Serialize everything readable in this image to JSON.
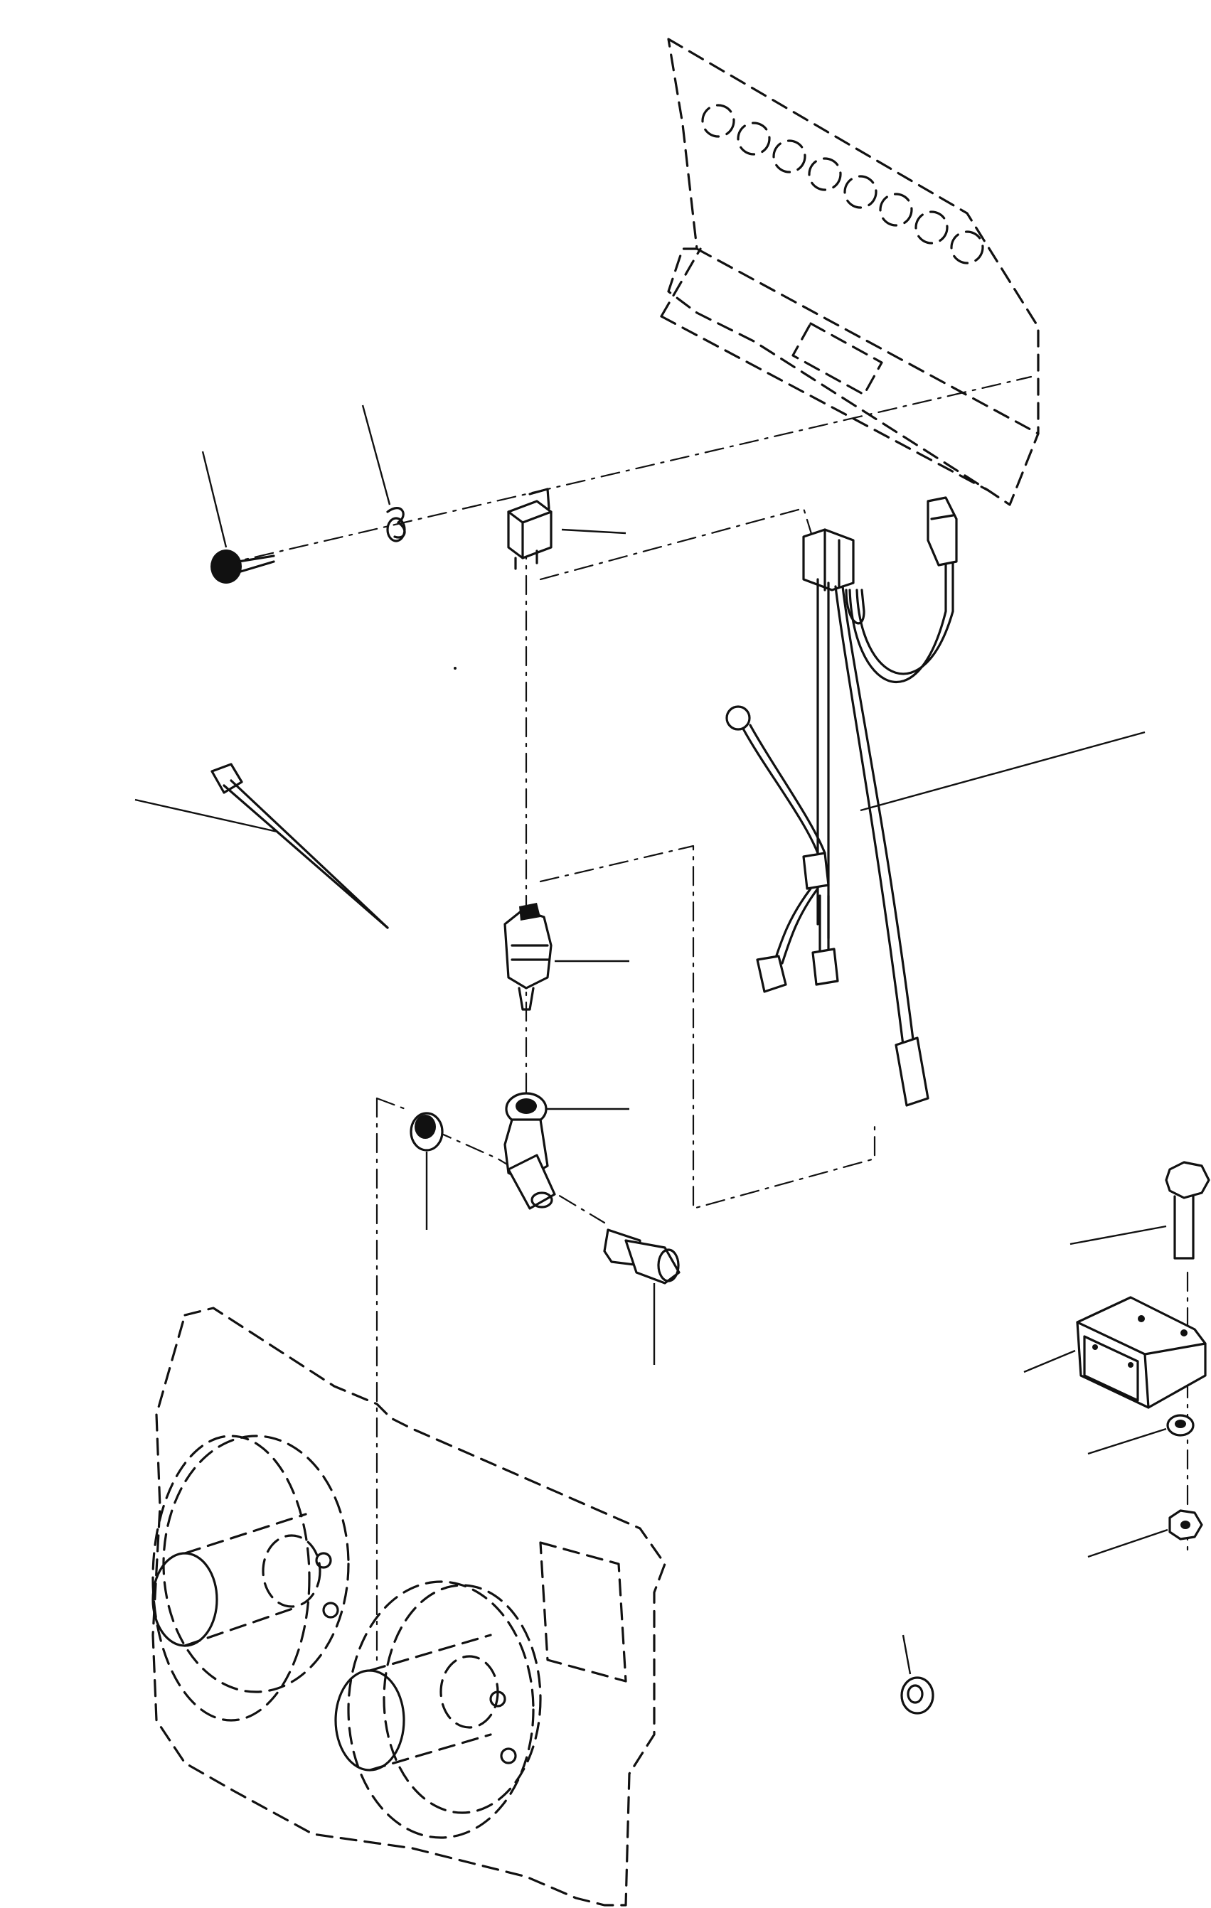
{
  "diagram": {
    "description_none": "",
    "colors": {
      "ink": "#111111",
      "paper": "#ffffff"
    },
    "parts": [
      {
        "id": "instrument-panel",
        "label": ""
      },
      {
        "id": "screw",
        "label": ""
      },
      {
        "id": "clip",
        "label": ""
      },
      {
        "id": "relay",
        "label": ""
      },
      {
        "id": "wire-harness",
        "label": ""
      },
      {
        "id": "cable-tie",
        "label": ""
      },
      {
        "id": "pressure-switch",
        "label": ""
      },
      {
        "id": "elbow-fitting",
        "label": ""
      },
      {
        "id": "seal-washer",
        "label": ""
      },
      {
        "id": "banjo-bolt",
        "label": ""
      },
      {
        "id": "engine-cover",
        "label": ""
      },
      {
        "id": "bolt",
        "label": ""
      },
      {
        "id": "module-box",
        "label": ""
      },
      {
        "id": "lock-washer",
        "label": ""
      },
      {
        "id": "hex-nut",
        "label": ""
      },
      {
        "id": "grommet",
        "label": ""
      }
    ]
  }
}
